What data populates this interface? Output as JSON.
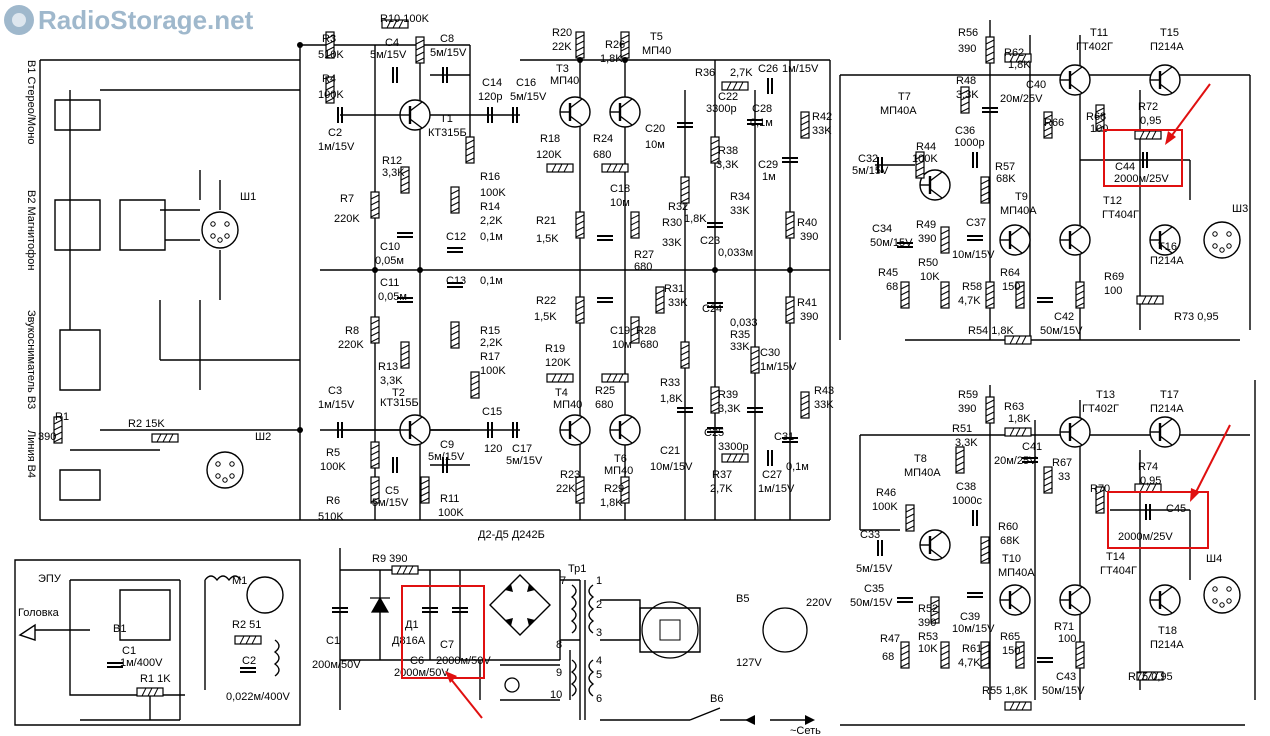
{
  "watermark": {
    "text": "RadioStorage.net",
    "icon": "radio-globe-icon"
  },
  "left_panel": {
    "sw_b1": "В1 Стерео/Моно",
    "sw_b2": "В2 Магнитофон",
    "sw_b3": "Звукосниматель В3",
    "sw_b4": "Линия В4",
    "r1": "R1",
    "r1_val": "390",
    "r2": "R2 15K",
    "sh1": "Ш1",
    "sh2": "Ш2",
    "epu": "ЭПУ",
    "golovka": "Головка",
    "b1": "В1",
    "m1": "М1",
    "c1": "C1",
    "c1_val": "1м/400V",
    "r1k": "R1 1K",
    "r2_51": "R2 51",
    "c2": "C2",
    "c2_val": "0,022м/400V"
  },
  "preamp": {
    "r10": "R10 100K",
    "r3": "R3",
    "r3_val": "510K",
    "r4": "R4",
    "r4_val": "100K",
    "c4": "C4",
    "c4_val": "5м/15V",
    "c8": "C8",
    "c8_val": "5м/15V",
    "c2": "C2",
    "c2_val": "1м/15V",
    "t1": "T1",
    "t1_type": "КТ315Б",
    "r12": "R12",
    "r12_val": "3,3K",
    "r7": "R7",
    "r7_val": "220K",
    "c10": "C10",
    "c10_val": "0,05м",
    "c11": "C11",
    "c11_val": "0,05м",
    "r8": "R8",
    "r8_val": "220K",
    "r13": "R13",
    "r13_val": "3,3K",
    "t2": "T2",
    "t2_type": "КТ315Б",
    "c3": "C3",
    "c3_val": "1м/15V",
    "r5": "R5",
    "r5_val": "100K",
    "r6": "R6",
    "r6_val": "510K",
    "c5": "C5",
    "c5_val": "5м/15V",
    "c9": "C9",
    "c9_val": "5м/15V",
    "r11": "R11",
    "r11_val": "100K",
    "r16": "R16",
    "r16_val": "100K",
    "r14": "R14",
    "r14_val": "2,2K",
    "c12": "C12",
    "c12_val": "0,1м",
    "c13": "C13",
    "c13_val": "0,1м",
    "r15": "R15",
    "r15_val": "2,2K",
    "r17": "R17",
    "r17_val": "100K",
    "c14": "C14",
    "c14_val": "120р",
    "c15": "C15",
    "c15_val": "120",
    "c16": "C16",
    "c16_val": "5м/15V",
    "c17": "C17",
    "c17_val": "5м/15V"
  },
  "tone": {
    "r20": "R20",
    "r20_val": "22K",
    "r26": "R26",
    "r26_val": "1,8K",
    "t5": "T5",
    "t5_type": "МП40",
    "t3": "T3",
    "t3_type": "МП40",
    "r18": "R18",
    "r18_val": "120K",
    "r24": "R24",
    "r24_val": "680",
    "c20": "C20",
    "c20_val": "10м",
    "c18": "C18",
    "c18_val": "10м",
    "r21": "R21",
    "r21_val": "1,5K",
    "r27": "R27",
    "r27_val": "680",
    "r30": "R30",
    "r30_val": "33K",
    "r32": "R32",
    "r32_val": "1,8K",
    "r36": "R36",
    "r36_val": "2,7K",
    "c22": "C22",
    "c22_val": "3300р",
    "c26": "C26",
    "c26_val": "1м/15V",
    "c28": "C28",
    "c28_val": "0,1м",
    "r42": "R42",
    "r42_val": "33K",
    "r38": "R38",
    "r38_val": "3,3K",
    "c29": "C29",
    "c29_val": "1м",
    "r34": "R34",
    "r34_val": "33K",
    "c23": "C23",
    "c23_val": "0,033м",
    "r40": "R40",
    "r40_val": "390",
    "r22": "R22",
    "r22_val": "1,5K",
    "r31": "R31",
    "r31_val": "33K",
    "c24": "C24",
    "c24_val": "0,033",
    "r35": "R35",
    "r35_val": "33K",
    "r41": "R41",
    "r41_val": "390",
    "c19": "C19",
    "c19_val": "10м",
    "r28": "R28",
    "r28_val": "680",
    "r19": "R19",
    "r19_val": "120K",
    "t4": "T4",
    "t4_type": "МП40",
    "r25": "R25",
    "r25_val": "680",
    "t6": "T6",
    "t6_type": "МП40",
    "r33": "R33",
    "r33_val": "1,8K",
    "r39": "R39",
    "r39_val": "3,3K",
    "c30": "C30",
    "c30_val": "1м/15V",
    "r43": "R43",
    "r43_val": "33K",
    "c25": "C25",
    "c25_val": "3300р",
    "c31": "C31",
    "c31_val": "0,1м",
    "c21": "C21",
    "c21_val": "10м/15V",
    "r37": "R37",
    "r37_val": "2,7K",
    "c27": "C27",
    "c27_val": "1м/15V",
    "r23": "R23",
    "r23_val": "22K",
    "r29": "R29",
    "r29_val": "1,8K",
    "d2d5": "Д2-Д5 Д242Б"
  },
  "amp_top": {
    "r56": "R56",
    "r56_val": "390",
    "r62": "R62",
    "r62_val": "1,8K",
    "t11": "T11",
    "t11_type": "ГТ402Г",
    "t15": "T15",
    "t15_type": "П214А",
    "r48": "R48",
    "r48_val": "3,3K",
    "t7": "T7",
    "t7_type": "МП40А",
    "c40": "C40",
    "c40_val": "20м/25V",
    "r66": "R66",
    "r68": "R68",
    "r68_val": "100",
    "r72": "R72",
    "r72_val": "0,95",
    "c36": "C36",
    "c36_val": "1000р",
    "r44": "R44",
    "r44_val": "100K",
    "r57": "R57",
    "r57_val": "68K",
    "c44": "C44",
    "c44_val": "2000м/25V",
    "c32": "C32",
    "c32_val": "5м/15V",
    "t9": "T9",
    "t9_type": "МП40А",
    "t12": "T12",
    "t12_type": "ГТ404Г",
    "sh3": "Ш3",
    "c34": "C34",
    "c34_val": "50м/15V",
    "r49": "R49",
    "r49_val": "390",
    "c37": "C37",
    "c37_val": "10м/15V",
    "t16": "T16",
    "t16_type": "П214А",
    "r45": "R45",
    "r45_val": "68",
    "r50": "R50",
    "r50_val": "10K",
    "r58": "R58",
    "r58_val": "4,7K",
    "r64": "R64",
    "r64_val": "150",
    "r69": "R69",
    "r69_val": "100",
    "c42": "C42",
    "c42_val": "50м/15V",
    "r73": "R73 0,95",
    "r54": "R54 1,8K"
  },
  "amp_bottom": {
    "r59": "R59",
    "r59_val": "390",
    "r63": "R63",
    "r63_val": "1,8K",
    "t13": "T13",
    "t13_type": "ГТ402Г",
    "t17": "T17",
    "t17_type": "П214А",
    "r51": "R51",
    "r51_val": "3,3K",
    "c41": "C41",
    "c41_val": "20м/25V",
    "r67": "R67",
    "r67_val": "33",
    "t8": "T8",
    "t8_type": "МП40А",
    "r74": "R74",
    "r74_val": "0,95",
    "r70": "R70",
    "c38": "C38",
    "c38_val": "1000с",
    "c45": "C45",
    "c45_val": "2000м/25V",
    "r46": "R46",
    "r46_val": "100K",
    "r60": "R60",
    "r60_val": "68K",
    "t14": "T14",
    "t14_type": "ГТ404Г",
    "c33": "C33",
    "c33_val": "5м/15V",
    "t10": "T10",
    "t10_type": "МП40А",
    "sh4": "Ш4",
    "c35": "C35",
    "c35_val": "50м/15V",
    "c39": "C39",
    "c39_val": "10м/15V",
    "r52": "R52",
    "r52_val": "390",
    "r65": "R65",
    "r65_val": "150",
    "r71": "R71",
    "r71_val": "100",
    "t18": "T18",
    "t18_type": "П214А",
    "r47": "R47",
    "r47_val": "68",
    "r53": "R53",
    "r53_val": "10K",
    "r61": "R61",
    "r61_val": "4,7K",
    "c43": "C43",
    "c43_val": "50м/15V",
    "r75": "R75 0,95",
    "r55": "R55 1,8K"
  },
  "psu": {
    "r9": "R9 390",
    "c1": "C1",
    "c1_val": "200м/50V",
    "d1": "Д1",
    "d1_type": "Д816А",
    "c6": "C6",
    "c6_val": "2000м/50V",
    "c7": "C7",
    "c7_val": "2000м/50V",
    "tr1": "Тр1",
    "b5": "В5",
    "v220": "220V",
    "v127": "127V",
    "b6": "В6",
    "mains": "~Сеть",
    "w1": "1",
    "w2": "2",
    "w3": "3",
    "w4": "4",
    "w5": "5",
    "w6": "6",
    "w7": "7",
    "w8": "8",
    "w9": "9",
    "w10": "10"
  },
  "colors": {
    "highlight": "#e01010",
    "ink": "#000000",
    "watermark": "#9fb8cc"
  }
}
